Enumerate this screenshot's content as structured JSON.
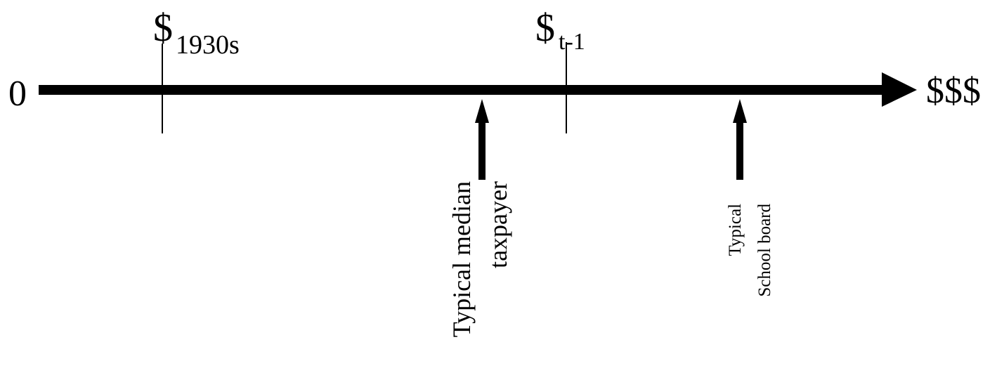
{
  "axis": {
    "origin_label": "0",
    "end_label": "$$$",
    "color": "#000000"
  },
  "markers": [
    {
      "symbol": "$",
      "subscript": "1930s"
    },
    {
      "symbol": "$",
      "subscript": "t-1"
    }
  ],
  "positions": [
    {
      "lines": [
        "Typical median",
        "taxpayer"
      ]
    },
    {
      "lines": [
        "Typical",
        "School board"
      ]
    }
  ]
}
